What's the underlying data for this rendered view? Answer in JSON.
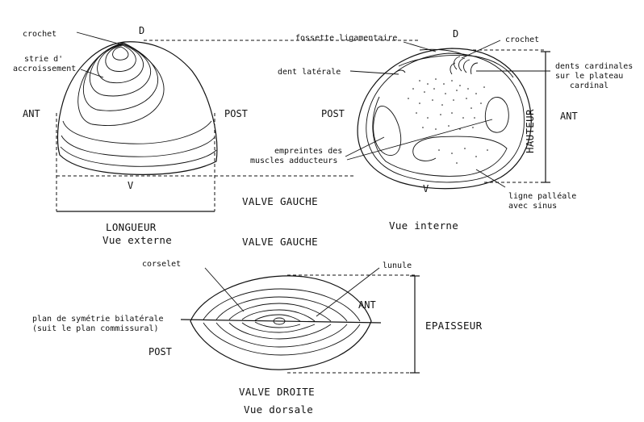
{
  "external_view": {
    "label_crochet": "crochet",
    "label_strie_line1": "strie d'",
    "label_strie_line2": "accroissement",
    "label_d": "D",
    "label_v": "V",
    "label_ant": "ANT",
    "label_post": "POST",
    "label_longueur": "LONGUEUR",
    "caption_view": "Vue externe",
    "caption_valve": "VALVE GAUCHE"
  },
  "internal_view": {
    "label_fossette": "fossette ligamentaire",
    "label_d": "D",
    "label_crochet": "crochet",
    "label_dent_laterale": "dent latérale",
    "label_dents_card_line1": "dents cardinales",
    "label_dents_card_line2": "sur le plateau",
    "label_dents_card_line3": "cardinal",
    "label_post": "POST",
    "label_ant": "ANT",
    "label_hauteur": "HAUTEUR",
    "label_empreintes_line1": "empreintes des",
    "label_empreintes_line2": "muscles adducteurs",
    "label_v": "V",
    "label_ligne_line1": "ligne palléale",
    "label_ligne_line2": "avec sinus",
    "caption_view": "Vue interne"
  },
  "dorsal_view": {
    "label_corselet": "corselet",
    "label_lunule": "lunule",
    "label_ant": "ANT",
    "label_plan_line1": "plan de symétrie bilatérale",
    "label_plan_line2": "(suit le plan commissural)",
    "label_post": "POST",
    "label_epaisseur": "EPAISSEUR",
    "caption_valve": "VALVE DROITE",
    "caption_view": "Vue dorsale"
  },
  "caption_middle_valve": "VALVE GAUCHE"
}
